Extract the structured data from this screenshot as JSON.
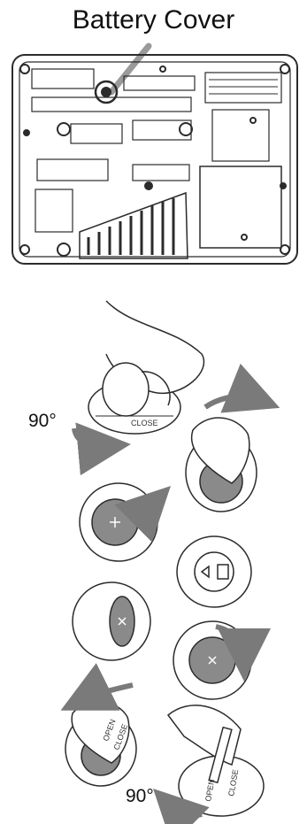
{
  "title": "Battery Cover",
  "labels": {
    "angle_top": "90°",
    "angle_bottom": "90°",
    "close": "CLOSE",
    "open": "OPEN"
  },
  "colors": {
    "line": "#2b2b2b",
    "arrow": "#7a7a7a",
    "battery": "#8a8a8a",
    "bg": "#ffffff"
  }
}
